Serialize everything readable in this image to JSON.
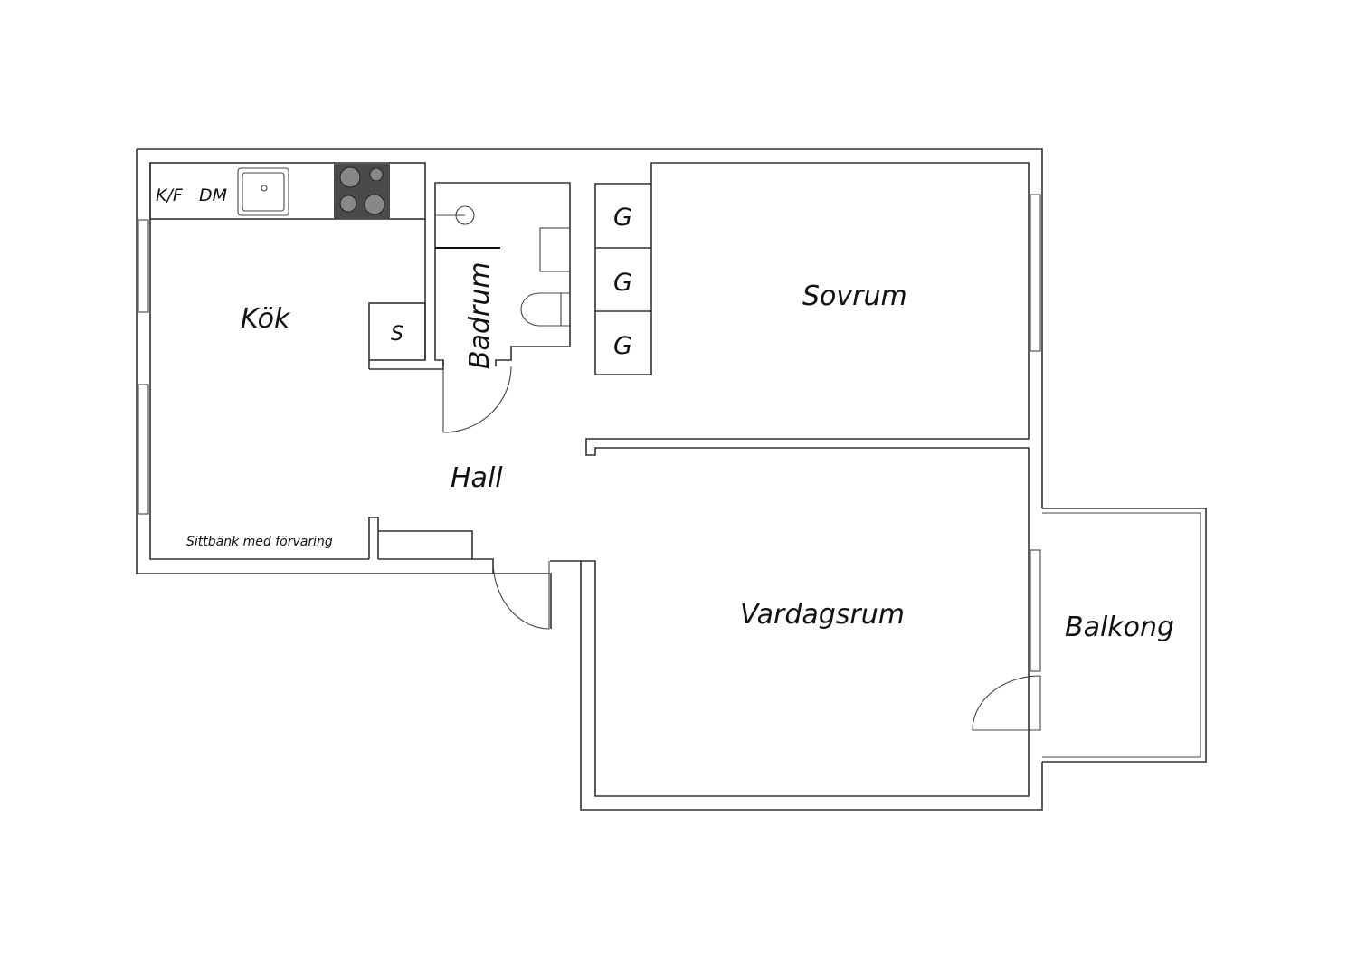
{
  "rooms": {
    "kitchen": "Kök",
    "bathroom": "Badrum",
    "bedroom": "Sovrum",
    "hall": "Hall",
    "living_room": "Vardagsrum",
    "balcony": "Balkong"
  },
  "fixtures": {
    "fridge_freezer": "K/F",
    "dishwasher": "DM",
    "storage": "S",
    "wardrobe": [
      "G",
      "G",
      "G"
    ],
    "bench": "Sittbänk med förvaring"
  },
  "colors": {
    "wall": "#333333",
    "stove": "#4a4a4a"
  }
}
